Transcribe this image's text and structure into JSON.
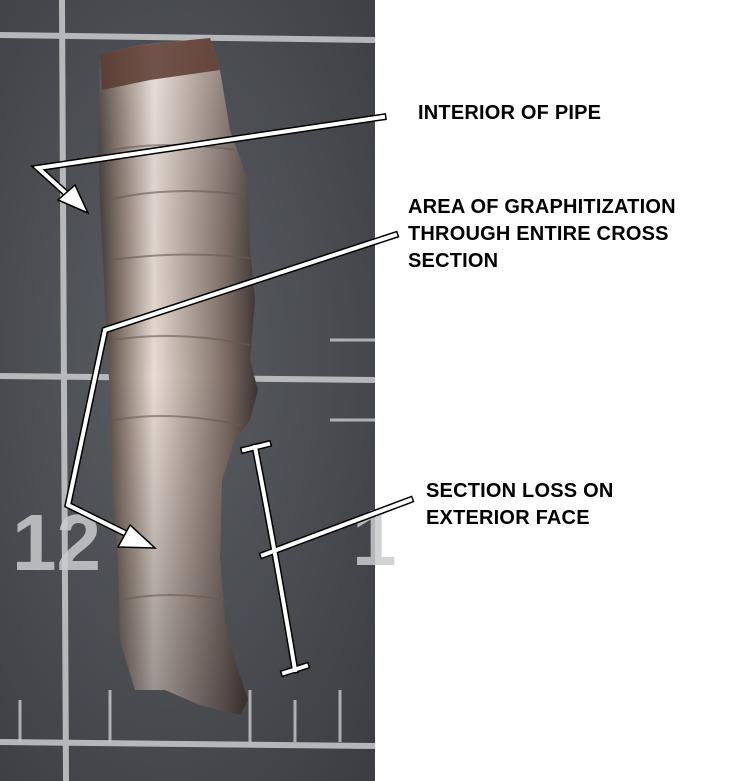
{
  "annotations": {
    "interior": {
      "lines": [
        "INTERIOR OF PIPE"
      ]
    },
    "graphitization": {
      "lines": [
        "AREA OF GRAPHITIZATION",
        "THROUGH ENTIRE CROSS",
        "SECTION"
      ]
    },
    "section_loss": {
      "lines": [
        "SECTION LOSS ON",
        "EXTERIOR FACE"
      ]
    }
  },
  "ruler_numbers": [
    "12",
    "1"
  ],
  "colors": {
    "mat": "#4a4d52",
    "grid": "#c9cbcc",
    "annotation": "#ffffff",
    "text": "#000000"
  }
}
